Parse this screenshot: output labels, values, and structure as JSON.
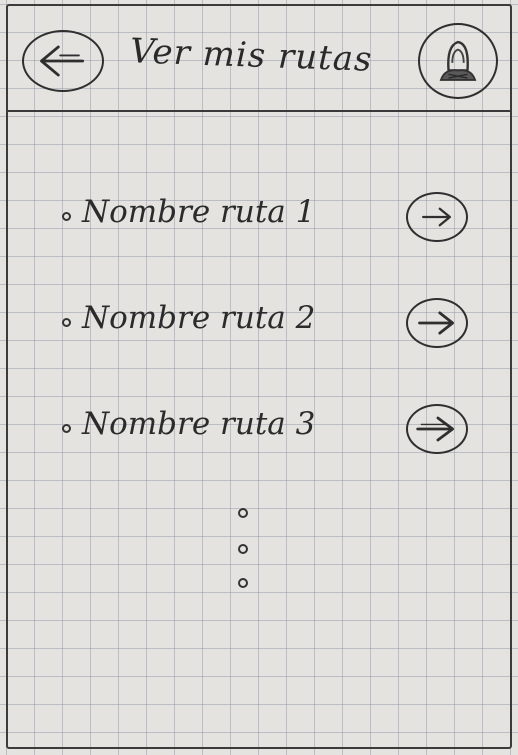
{
  "header": {
    "title": "Ver mis rutas",
    "back_icon": "arrow-left-icon",
    "profile_icon": "user-avatar-icon"
  },
  "routes": [
    {
      "label": "Nombre ruta 1",
      "icon": "arrow-right-icon"
    },
    {
      "label": "Nombre ruta 2",
      "icon": "arrow-right-icon"
    },
    {
      "label": "Nombre ruta 3",
      "icon": "arrow-right-icon"
    }
  ],
  "more_indicator": {
    "icon": "vertical-ellipsis-icon"
  },
  "colors": {
    "paper": "#e4e3df",
    "grid": "#7882a0",
    "ink": "#2f2f2f"
  }
}
